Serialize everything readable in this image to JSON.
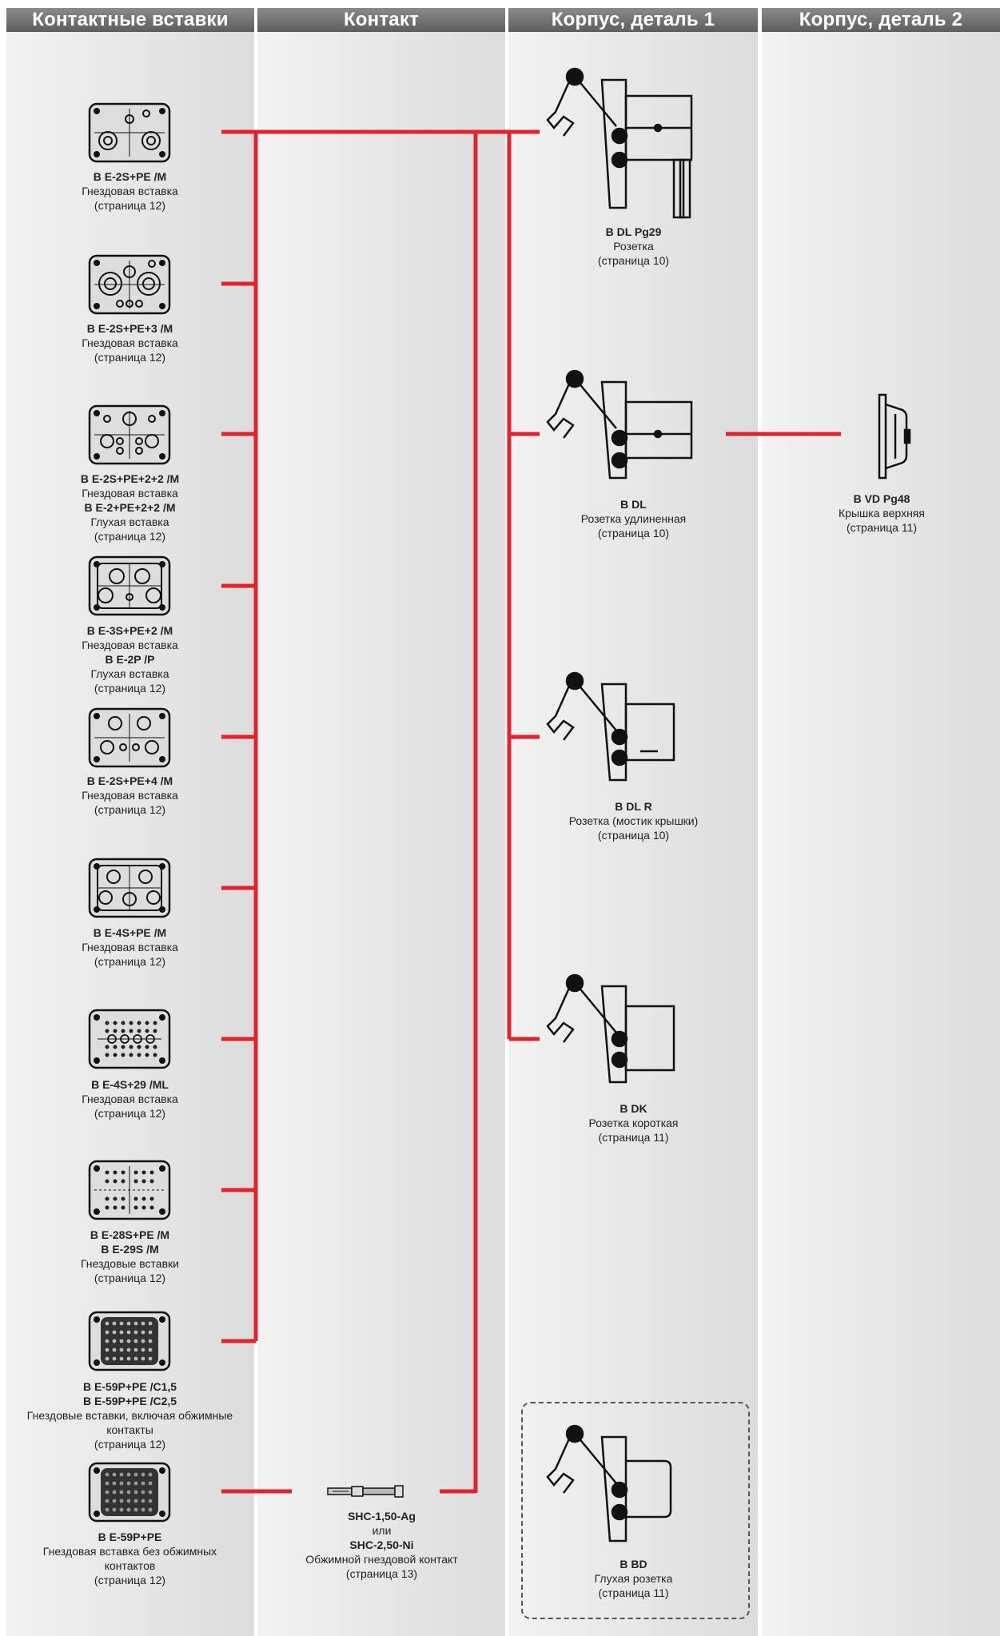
{
  "columns": [
    {
      "title": "Контактные вставки"
    },
    {
      "title": "Контакт"
    },
    {
      "title": "Корпус, деталь 1"
    },
    {
      "title": "Корпус, деталь 2"
    }
  ],
  "inserts": [
    {
      "lines": [
        {
          "t": "B E-2S+PE /M",
          "b": true
        },
        {
          "t": "Гнездовая вставка"
        },
        {
          "t": "(страница 12)"
        }
      ]
    },
    {
      "lines": [
        {
          "t": "B E-2S+PE+3 /M",
          "b": true
        },
        {
          "t": "Гнездовая вставка"
        },
        {
          "t": "(страница 12)"
        }
      ]
    },
    {
      "lines": [
        {
          "t": "B E-2S+PE+2+2 /M",
          "b": true
        },
        {
          "t": "Гнездовая вставка"
        },
        {
          "t": "B E-2+PE+2+2 /M",
          "b": true
        },
        {
          "t": "Глухая вставка"
        },
        {
          "t": "(страница 12)"
        }
      ]
    },
    {
      "lines": [
        {
          "t": "B E-3S+PE+2 /M",
          "b": true
        },
        {
          "t": "Гнездовая вставка"
        },
        {
          "t": "B E-2P /P",
          "b": true
        },
        {
          "t": "Глухая вставка"
        },
        {
          "t": "(страница 12)"
        }
      ]
    },
    {
      "lines": [
        {
          "t": "B E-2S+PE+4 /M",
          "b": true
        },
        {
          "t": "Гнездовая вставка"
        },
        {
          "t": "(страница 12)"
        }
      ]
    },
    {
      "lines": [
        {
          "t": "B E-4S+PE /M",
          "b": true
        },
        {
          "t": "Гнездовая вставка"
        },
        {
          "t": "(страница 12)"
        }
      ]
    },
    {
      "lines": [
        {
          "t": "B E-4S+29 /ML",
          "b": true
        },
        {
          "t": "Гнездовая вставка"
        },
        {
          "t": "(страница 12)"
        }
      ]
    },
    {
      "lines": [
        {
          "t": "B E-28S+PE /M",
          "b": true
        },
        {
          "t": "B E-29S /M",
          "b": true
        },
        {
          "t": "Гнездовые вставки"
        },
        {
          "t": "(страница 12)"
        }
      ]
    },
    {
      "lines": [
        {
          "t": "B E-59P+PE /C1,5",
          "b": true
        },
        {
          "t": "B E-59P+PE /C2,5",
          "b": true
        },
        {
          "t": "Гнездовые вставки, включая обжимные"
        },
        {
          "t": "контакты"
        },
        {
          "t": "(страница 12)"
        }
      ]
    },
    {
      "lines": [
        {
          "t": "B E-59P+PE",
          "b": true
        },
        {
          "t": "Гнездовая вставка без обжимных"
        },
        {
          "t": "контактов"
        },
        {
          "t": "(страница 12)"
        }
      ]
    }
  ],
  "contact": {
    "lines": [
      {
        "t": "SHC-1,50-Ag",
        "b": true
      },
      {
        "t": "или"
      },
      {
        "t": "SHC-2,50-Ni",
        "b": true
      },
      {
        "t": "Обжимной гнездовой контакт"
      },
      {
        "t": "(страница 13)"
      }
    ]
  },
  "housings1": [
    {
      "lines": [
        {
          "t": "B DL Pg29",
          "b": true
        },
        {
          "t": "Розетка"
        },
        {
          "t": "(страница 10)"
        }
      ]
    },
    {
      "lines": [
        {
          "t": "B DL",
          "b": true
        },
        {
          "t": "Розетка удлиненная"
        },
        {
          "t": "(страница 10)"
        }
      ]
    },
    {
      "lines": [
        {
          "t": "B DL R",
          "b": true
        },
        {
          "t": "Розетка (мостик крышки)"
        },
        {
          "t": "(страница 10)"
        }
      ]
    },
    {
      "lines": [
        {
          "t": "B DK",
          "b": true
        },
        {
          "t": "Розетка короткая"
        },
        {
          "t": "(страница 11)"
        }
      ]
    },
    {
      "lines": [
        {
          "t": "B BD",
          "b": true
        },
        {
          "t": "Глухая розетка"
        },
        {
          "t": "(страница 11)"
        }
      ]
    }
  ],
  "housings2": [
    {
      "lines": [
        {
          "t": "B VD Pg48",
          "b": true
        },
        {
          "t": "Крышка верхняя"
        },
        {
          "t": "(страница 11)"
        }
      ]
    }
  ],
  "colors": {
    "connector": "#e3232c",
    "header": "#6e6e6e"
  }
}
